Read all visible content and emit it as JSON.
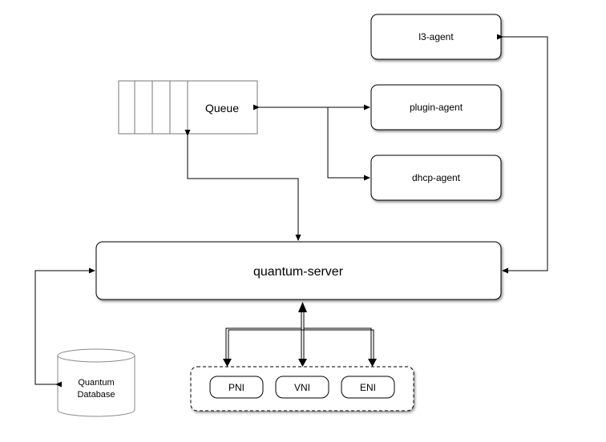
{
  "diagram": {
    "nodes": {
      "queue": "Queue",
      "l3_agent": "l3-agent",
      "plugin_agent": "plugin-agent",
      "dhcp_agent": "dhcp-agent",
      "quantum_server": "quantum-server",
      "quantum_database_line1": "Quantum",
      "quantum_database_line2": "Database",
      "pni": "PNI",
      "vni": "VNI",
      "eni": "ENI"
    }
  }
}
